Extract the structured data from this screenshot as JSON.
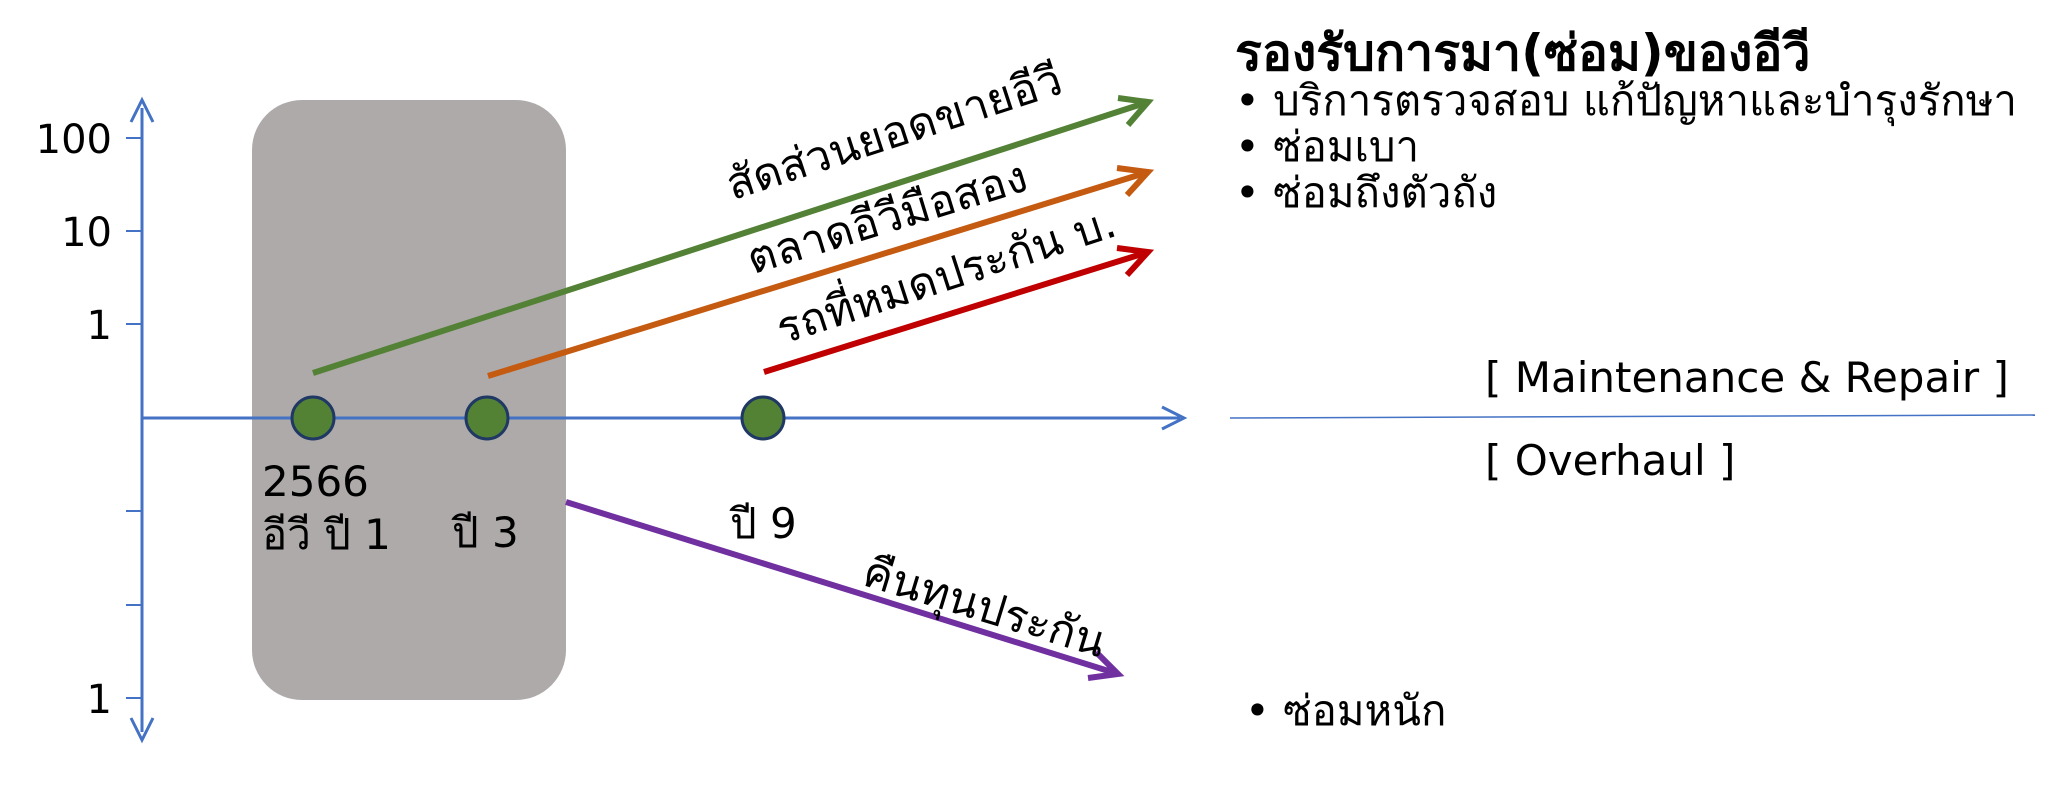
{
  "y_ticks": {
    "t100": "100",
    "t10": "10",
    "t1_upper": "1",
    "t1_lower": "1"
  },
  "points": {
    "p1_year": "2566",
    "p1_label": "อีวี ปี 1",
    "p2_label": "ปี 3",
    "p3_label": "ปี 9"
  },
  "arrows": {
    "ev_sales": {
      "label": "สัดส่วนยอดขายอีวี",
      "color": "#538135"
    },
    "used_ev_market": {
      "label": "ตลาดอีวีมือสอง",
      "color": "#c55a11"
    },
    "warranty_expired": {
      "label": "รถที่หมดประกัน บ.",
      "color": "#c00000"
    },
    "warranty_return": {
      "label": "คืนทุนประกัน",
      "color": "#7030a0"
    }
  },
  "panel": {
    "title": "รองรับการมา(ซ่อม)ของอีวี",
    "bullets": [
      "บริการตรวจสอบ แก้ปัญหาและบำรุงรักษา",
      "ซ่อมเบา",
      "ซ่อมถึงตัวถัง"
    ],
    "maintenance_label": "[ Maintenance & Repair ]",
    "overhaul_label": "[ Overhaul ]",
    "heavy_repair": "ซ่อมหนัก"
  },
  "colors": {
    "axis": "#4472c4",
    "highlight_box": "#aeaaaa",
    "point_fill": "#548235",
    "point_stroke": "#1f3864"
  }
}
